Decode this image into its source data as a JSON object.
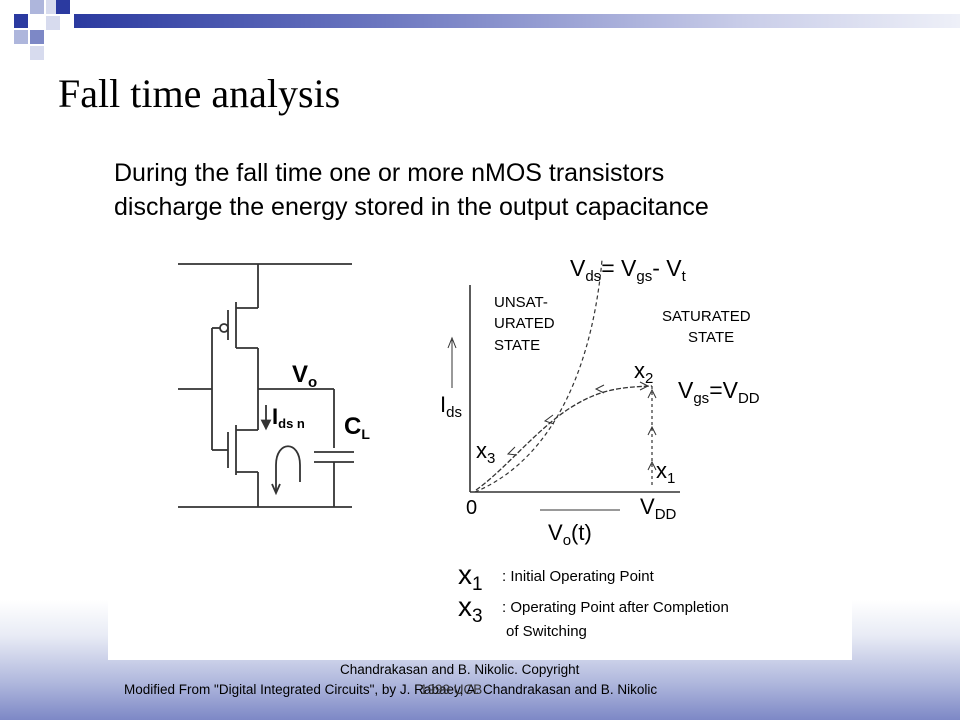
{
  "slide": {
    "title": "Fall time analysis",
    "description": [
      "During the fall time one or more nMOS transistors",
      "discharge the energy stored in the output capacitance"
    ]
  },
  "circuit": {
    "output_node": "V",
    "output_sub": "o",
    "current_label": "I",
    "current_sub": "ds n",
    "cap_label": "C",
    "cap_sub": "L"
  },
  "plot": {
    "curve_label": {
      "main": "V",
      "sub1": "ds",
      "eq": "= V",
      "sub2": "gs",
      "tail": "- V",
      "sub3": "t"
    },
    "regions": {
      "unsaturated": [
        "UNSAT-",
        "URATED",
        "STATE"
      ],
      "saturated": [
        "SATURATED",
        "STATE"
      ]
    },
    "y_axis": {
      "main": "I",
      "sub": "ds"
    },
    "x_axis": {
      "main": "V",
      "sub": "o",
      "tail": "(t)"
    },
    "origin": "0",
    "vdd_tick": {
      "main": "V",
      "sub": "DD"
    },
    "points": {
      "x1": {
        "main": "x",
        "sub": "1"
      },
      "x2": {
        "main": "x",
        "sub": "2"
      },
      "x3": {
        "main": "x",
        "sub": "3"
      }
    },
    "vgs_label": {
      "main": "V",
      "sub1": "gs",
      "eq": "=V",
      "sub2": "DD"
    }
  },
  "legend": [
    {
      "main": "x",
      "sub": "1",
      "text": ":  Initial Operating Point"
    },
    {
      "main": "x",
      "sub": "3",
      "text": ":  Operating Point after Completion",
      "text2": "of Switching"
    }
  ],
  "footer": {
    "line1": "Chandrakasan and B. Nikolic. Copyright",
    "line2": "Modified From \"Digital Integrated Circuits\", by J. Rabaey, A. Chandrakasan and B. Nikolic",
    "line3": "1999 UCB"
  },
  "colors": {
    "accent_dark": "#2b3aa0",
    "accent_mid": "#7d88c6",
    "accent_light": "#c8cce8"
  }
}
